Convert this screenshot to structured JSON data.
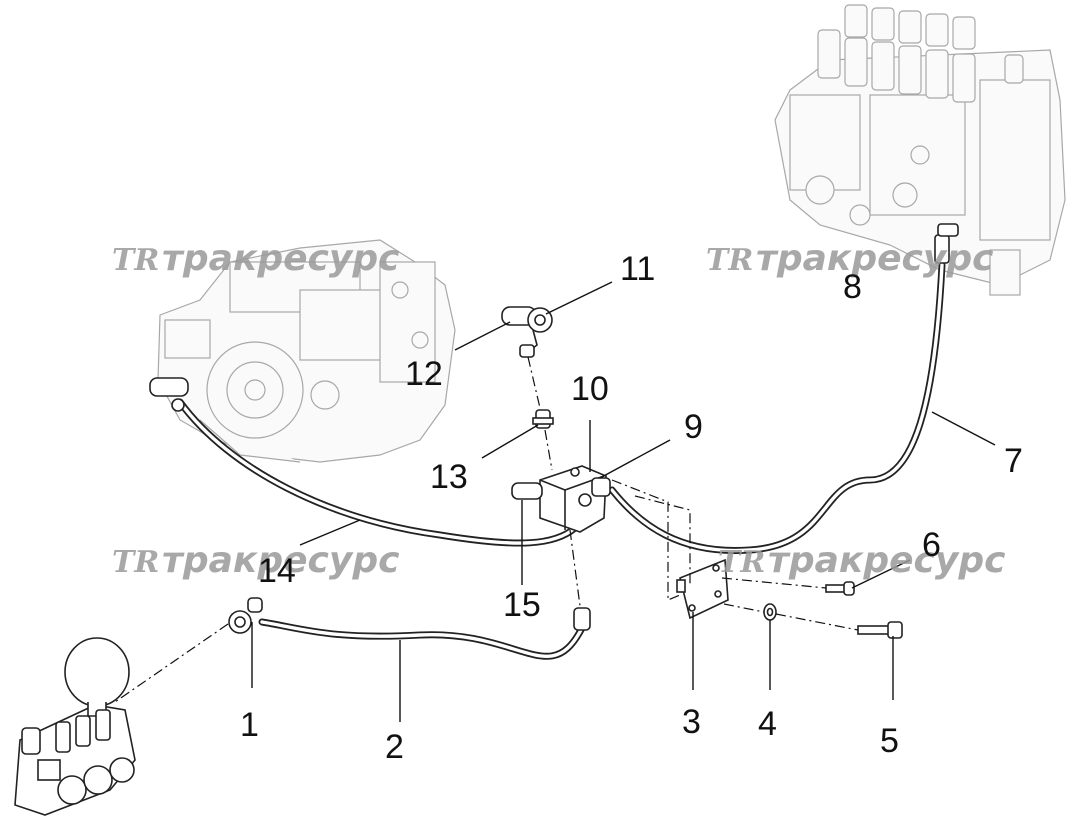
{
  "watermark": {
    "logo": "TR",
    "text": "тракресурс"
  },
  "callouts": [
    {
      "id": "1",
      "label": "1"
    },
    {
      "id": "2",
      "label": "2"
    },
    {
      "id": "3",
      "label": "3"
    },
    {
      "id": "4",
      "label": "4"
    },
    {
      "id": "5",
      "label": "5"
    },
    {
      "id": "6",
      "label": "6"
    },
    {
      "id": "7",
      "label": "7"
    },
    {
      "id": "8",
      "label": "8"
    },
    {
      "id": "9",
      "label": "9"
    },
    {
      "id": "10",
      "label": "10"
    },
    {
      "id": "11",
      "label": "11"
    },
    {
      "id": "12",
      "label": "12"
    },
    {
      "id": "13",
      "label": "13"
    },
    {
      "id": "14",
      "label": "14"
    },
    {
      "id": "15",
      "label": "15"
    }
  ]
}
